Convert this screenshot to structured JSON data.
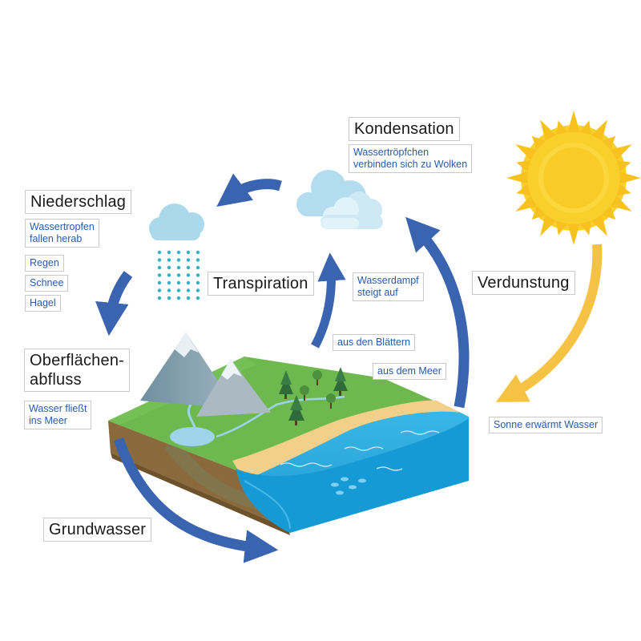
{
  "colors": {
    "arrow_blue": "#3a63b0",
    "sun_yellow": "#f7c21d",
    "sun_arrow": "#f6c244",
    "sea_blue": "#2aa9dd",
    "grass_green": "#6db84f",
    "soil_brown": "#8a6a3c",
    "label_blue": "#2a5aa8"
  },
  "labels": {
    "kondensation": "Kondensation",
    "kondensation_desc": "Wassertröpfchen\nverbinden sich zu Wolken",
    "niederschlag": "Niederschlag",
    "niederschlag_desc": "Wassertropfen\nfallen herab",
    "regen": "Regen",
    "schnee": "Schnee",
    "hagel": "Hagel",
    "transpiration": "Transpiration",
    "wasserdampf": "Wasserdampf\nsteigt auf",
    "verdunstung": "Verdunstung",
    "aus_blaettern": "aus den Blättern",
    "aus_meer": "aus dem Meer",
    "oberflaechenabfluss": "Oberflächen-\nabfluss",
    "oberflaechen_desc": "Wasser fließt\nins Meer",
    "sonne_desc": "Sonne erwärmt Wasser",
    "grundwasser": "Grundwasser"
  }
}
